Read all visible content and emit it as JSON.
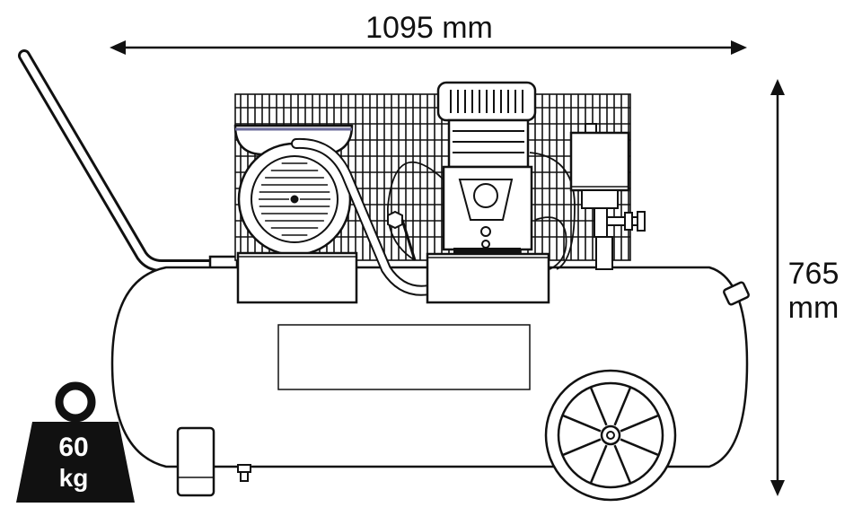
{
  "dimensions": {
    "length": "1095 mm",
    "height_value": "765",
    "height_unit": "mm"
  },
  "weight": {
    "value": "60",
    "unit": "kg"
  },
  "colors": {
    "line": "#111111",
    "weight_fill": "#111111",
    "weight_text": "#ffffff",
    "background": "#ffffff"
  },
  "icons": [
    "weight-icon",
    "dimension-arrow-icon",
    "wheel-icon"
  ]
}
